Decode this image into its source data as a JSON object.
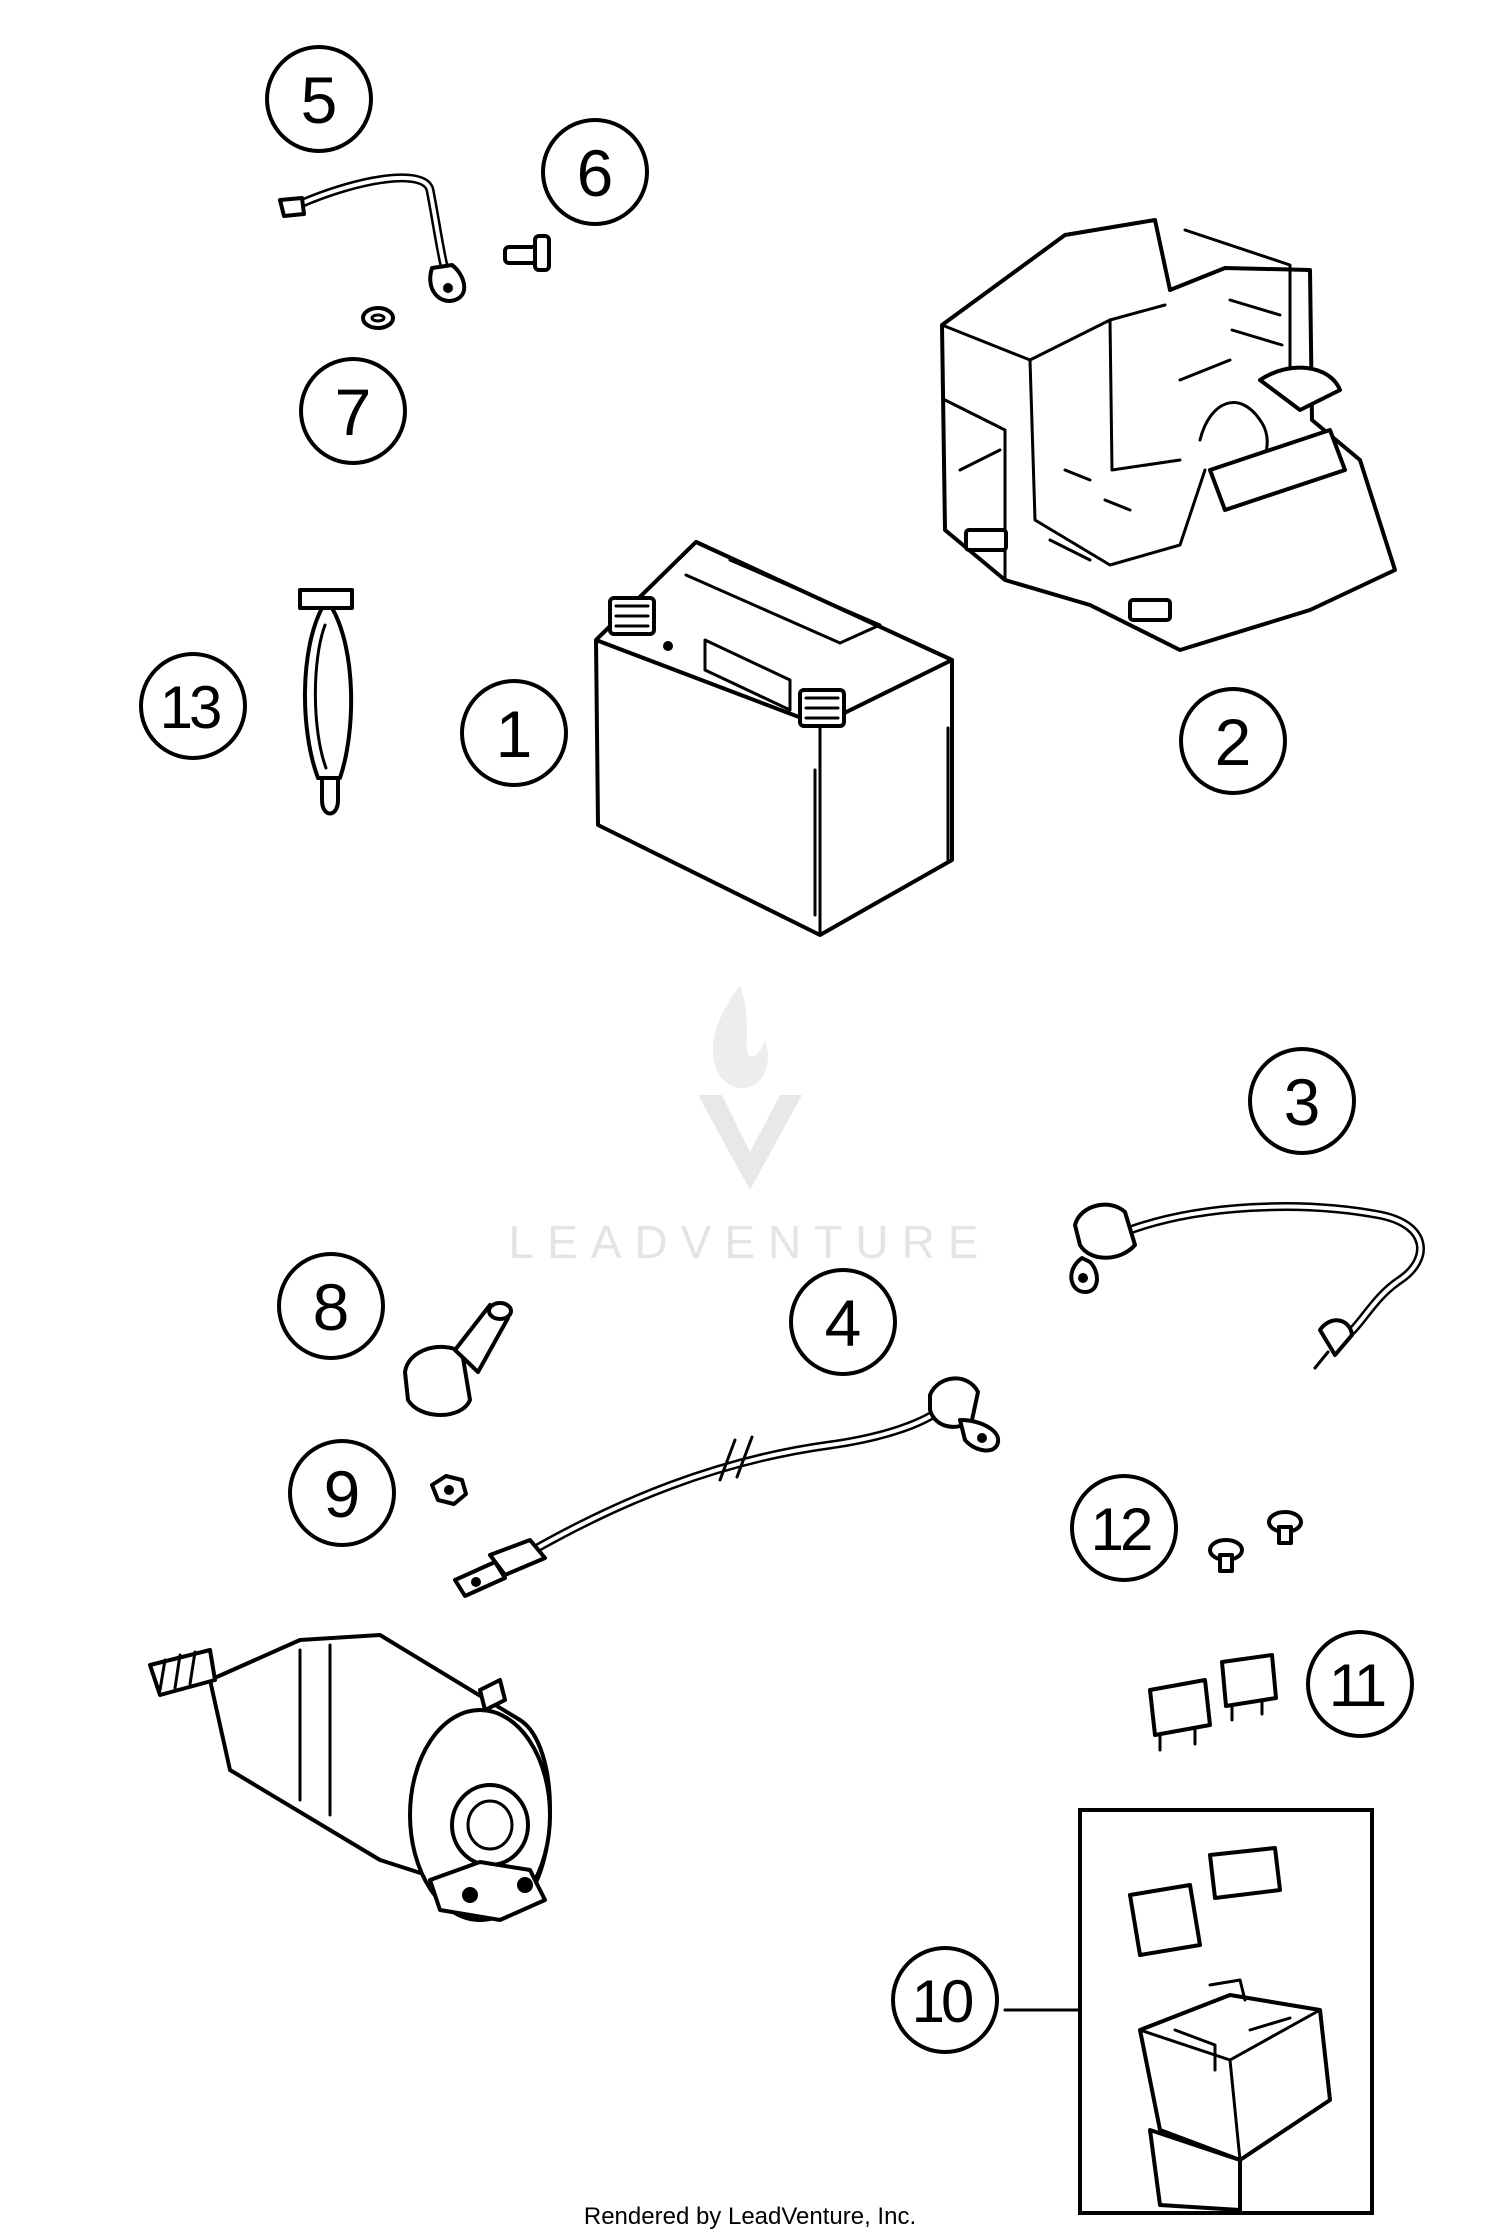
{
  "callouts": {
    "c1": "1",
    "c2": "2",
    "c3": "3",
    "c4": "4",
    "c5": "5",
    "c6": "6",
    "c7": "7",
    "c8": "8",
    "c9": "9",
    "c10": "10",
    "c11": "11",
    "c12": "12",
    "c13": "13"
  },
  "watermark": {
    "text": "LEADVENTURE"
  },
  "footer": {
    "credit": "Rendered by LeadVenture, Inc."
  }
}
